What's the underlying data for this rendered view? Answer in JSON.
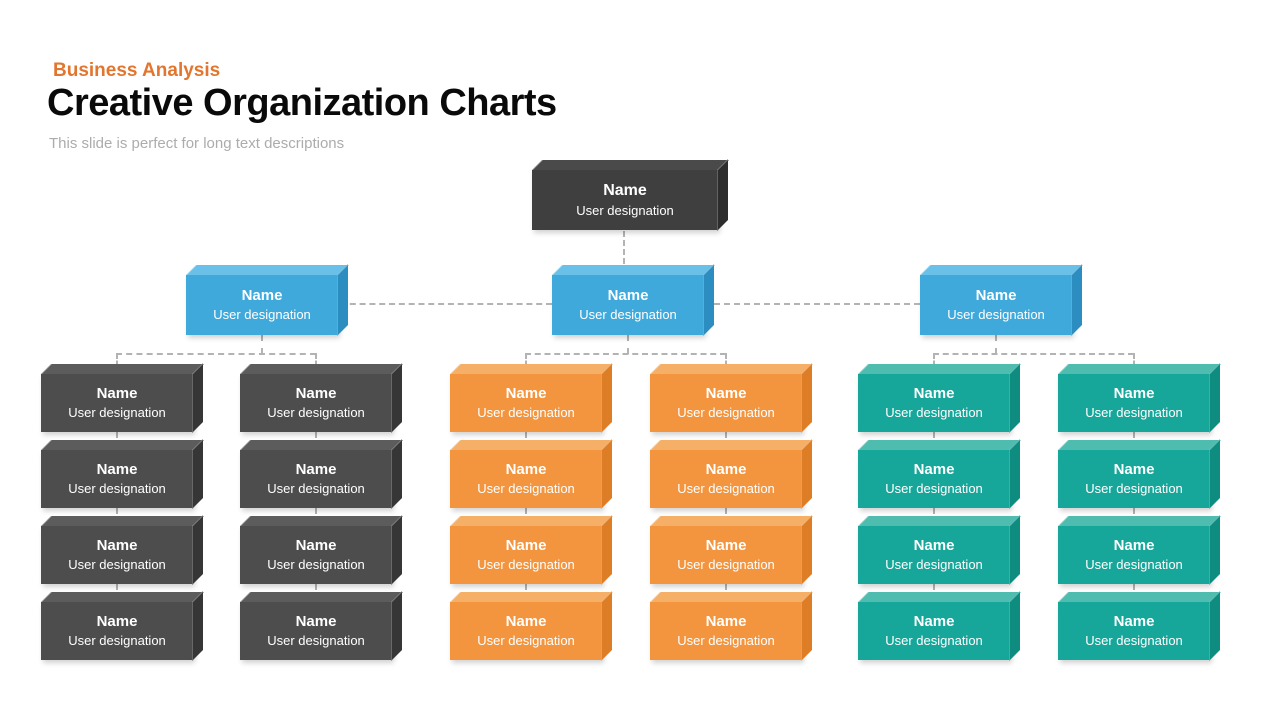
{
  "slide": {
    "eyebrow": "Business Analysis",
    "title": "Creative Organization Charts",
    "subtitle": "This slide is perfect for long text descriptions"
  },
  "node_label": {
    "name": "Name",
    "designation": "User designation"
  },
  "org_chart": {
    "type": "org-tree",
    "levels": 3,
    "root": {
      "name": "Name",
      "designation": "User designation",
      "color": "charcoal"
    },
    "managers": [
      {
        "name": "Name",
        "designation": "User designation",
        "color": "blue",
        "teams": [
          {
            "color": "gray",
            "member_count": 4
          },
          {
            "color": "gray",
            "member_count": 4
          }
        ]
      },
      {
        "name": "Name",
        "designation": "User designation",
        "color": "blue",
        "teams": [
          {
            "color": "orange",
            "member_count": 4
          },
          {
            "color": "orange",
            "member_count": 4
          }
        ]
      },
      {
        "name": "Name",
        "designation": "User designation",
        "color": "blue",
        "teams": [
          {
            "color": "teal",
            "member_count": 4
          },
          {
            "color": "teal",
            "member_count": 4
          }
        ]
      }
    ],
    "connector_style": "dashed"
  },
  "colors": {
    "eyebrow": "#E3762E",
    "title": "#0A0A0A",
    "subtitle": "#ACACAC",
    "connector": "#B3B3B3",
    "charcoal": {
      "front": "#3F3F3F",
      "top": "#4A4A4A",
      "side": "#2D2D2D"
    },
    "gray": {
      "front": "#4D4D4D",
      "top": "#5C5C5C",
      "side": "#363636"
    },
    "blue": {
      "front": "#3FA9DC",
      "top": "#69C0E8",
      "side": "#2C8DC0"
    },
    "orange": {
      "front": "#F2953E",
      "top": "#F6AF67",
      "side": "#DD7E27"
    },
    "teal": {
      "front": "#17A79A",
      "top": "#4FBCB0",
      "side": "#0E8C80"
    }
  }
}
